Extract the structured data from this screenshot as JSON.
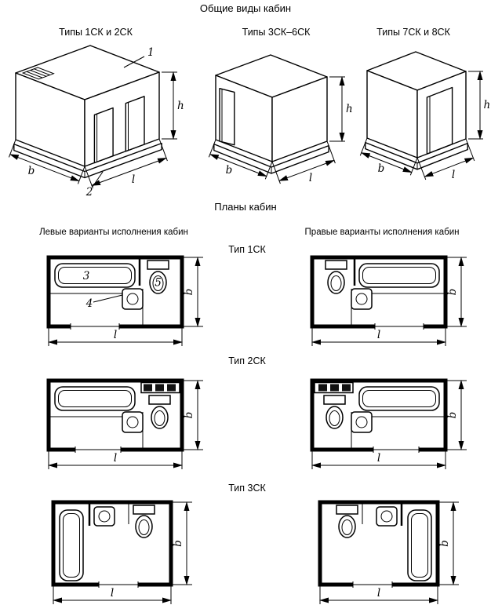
{
  "page": {
    "title": "Общие виды кабин",
    "plans_title": "Планы кабин"
  },
  "general_views": {
    "view1_label": "Типы 1СК и 2СК",
    "view2_label": "Типы 3СК–6СК",
    "view3_label": "Типы 7СК и 8СК"
  },
  "plan_section": {
    "left_header": "Левые варианты исполнения кабин",
    "right_header": "Правые варианты исполнения кабин",
    "row1_label": "Тип 1СК",
    "row2_label": "Тип 2СК",
    "row3_label": "Тип 3СК"
  },
  "dimensions": {
    "height": "h",
    "width": "b",
    "length": "l"
  },
  "callouts": {
    "c1": "1",
    "c2": "2",
    "c3": "3",
    "c4": "4",
    "c5": "5"
  },
  "colors": {
    "ink": "#000000",
    "paper": "#ffffff"
  }
}
